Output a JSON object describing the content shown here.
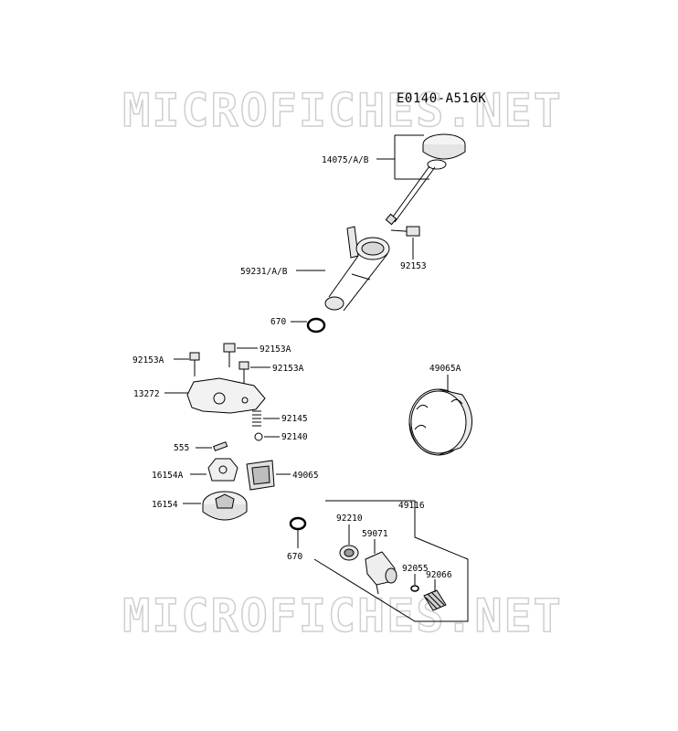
{
  "diagram_code": "E0140-A516K",
  "watermark": {
    "top": "MICROFICHES.NET",
    "bottom": "MICROFICHES.NET"
  },
  "parts": {
    "dipstick": "14075/A/B",
    "bolt_top": "92153",
    "tube": "59231/A/B",
    "oring_tube": "670",
    "bolt_left": "92153A",
    "bolt_mid": "92153A",
    "bolt_right": "92153A",
    "cover_plate": "13272",
    "spring": "92145",
    "ball": "92140",
    "pin": "555",
    "rotor_inner": "16154A",
    "screen": "49065",
    "rotor_outer": "16154",
    "oil_filter": "49065A",
    "kit": "49116",
    "fitting": "92210",
    "valve": "59071",
    "oring_kit": "670",
    "washer": "92055",
    "plug": "92066"
  }
}
